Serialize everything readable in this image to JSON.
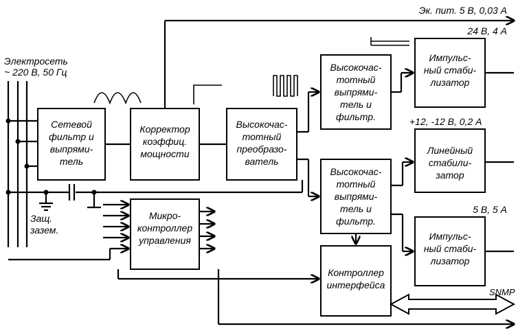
{
  "mains": {
    "line1": "Электросеть",
    "line2": "~ 220 В, 50 Гц"
  },
  "ground": {
    "line1": "Защ.",
    "line2": "зазем."
  },
  "blocks": {
    "filter": [
      "Сетевой",
      "фильтр и",
      "выпрями-",
      "тель"
    ],
    "pfc": [
      "Корректор",
      "коэффиц.",
      "мощности"
    ],
    "hf_converter": [
      "Высокочас-",
      "тотный",
      "преобразо-",
      "ватель"
    ],
    "rect_top": [
      "Высокочас-",
      "тотный",
      "выпрями-",
      "тель и",
      "фильтр."
    ],
    "rect_bottom": [
      "Высокочас-",
      "тотный",
      "выпрями-",
      "тель и",
      "фильтр."
    ],
    "stab_24v": [
      "Импульс-",
      "ный стаби-",
      "лизатор"
    ],
    "stab_12v": [
      "Линейный",
      "стабили-",
      "затор"
    ],
    "stab_5v": [
      "Импульс-",
      "ный стаби-",
      "лизатор"
    ],
    "mcu": [
      "Микро-",
      "контроллер",
      "управления"
    ],
    "iface": [
      "Контроллер",
      "интерфейса"
    ]
  },
  "outputs": {
    "standby": "Эк. пит. 5 В, 0,03 А",
    "out_24v": "24 В, 4 А",
    "out_12v": "+12, -12 В, 0,2 А",
    "out_5v": "5 В, 5 А",
    "snmp": "SNMP"
  }
}
